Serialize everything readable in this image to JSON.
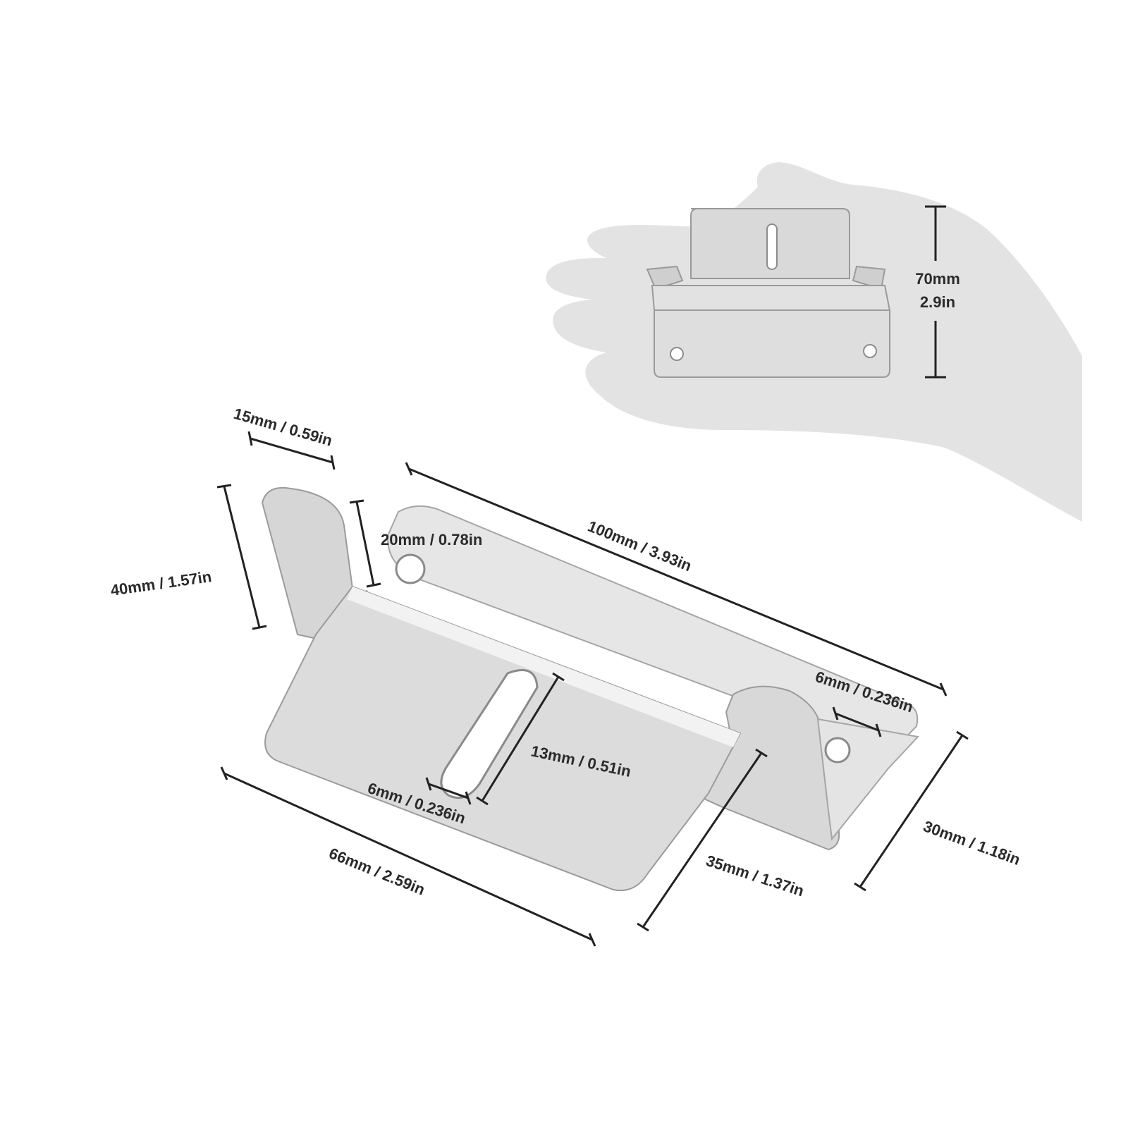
{
  "colors": {
    "background": "#ffffff",
    "hand": "#e3e3e3",
    "metal_light": "#f0f0f0",
    "metal_mid": "#dcdcdc",
    "metal_dark": "#bdbdbd",
    "edge": "#8f8f8f",
    "dimension_line": "#222222",
    "text": "#2a2a2a"
  },
  "dimensions": {
    "height_in_hand": {
      "mm": "70mm",
      "inch": "2.9in"
    },
    "tab_width": "15mm / 0.59in",
    "tab_height": "40mm / 1.57in",
    "hole_offset": "20mm / 0.78in",
    "overall_length": "100mm / 3.93in",
    "right_hole_dia": "6mm / 0.236in",
    "slot_length": "13mm / 0.51in",
    "slot_width": "6mm / 0.236in",
    "base_length": "66mm / 2.59in",
    "rear_depth": "35mm / 1.37in",
    "right_height": "30mm / 1.18in"
  }
}
